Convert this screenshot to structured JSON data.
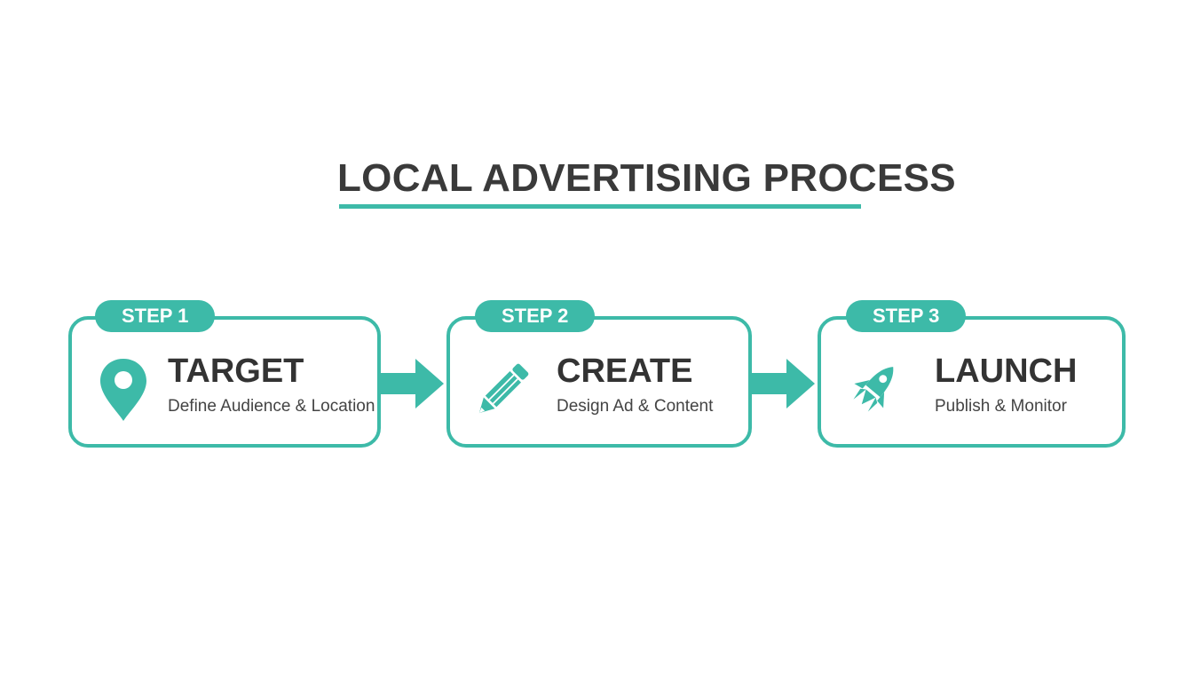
{
  "title": "LOCAL ADVERTISING PROCESS",
  "colors": {
    "accent": "#3dbaa8",
    "text_dark": "#333333",
    "text_body": "#444444",
    "background": "#ffffff"
  },
  "steps": [
    {
      "badge": "STEP 1",
      "title": "TARGET",
      "description": "Define Audience & Location",
      "icon": "map-pin-icon"
    },
    {
      "badge": "STEP 2",
      "title": "CREATE",
      "description": "Design Ad & Content",
      "icon": "pencil-icon"
    },
    {
      "badge": "STEP 3",
      "title": "LAUNCH",
      "description": "Publish & Monitor",
      "icon": "rocket-icon"
    }
  ]
}
